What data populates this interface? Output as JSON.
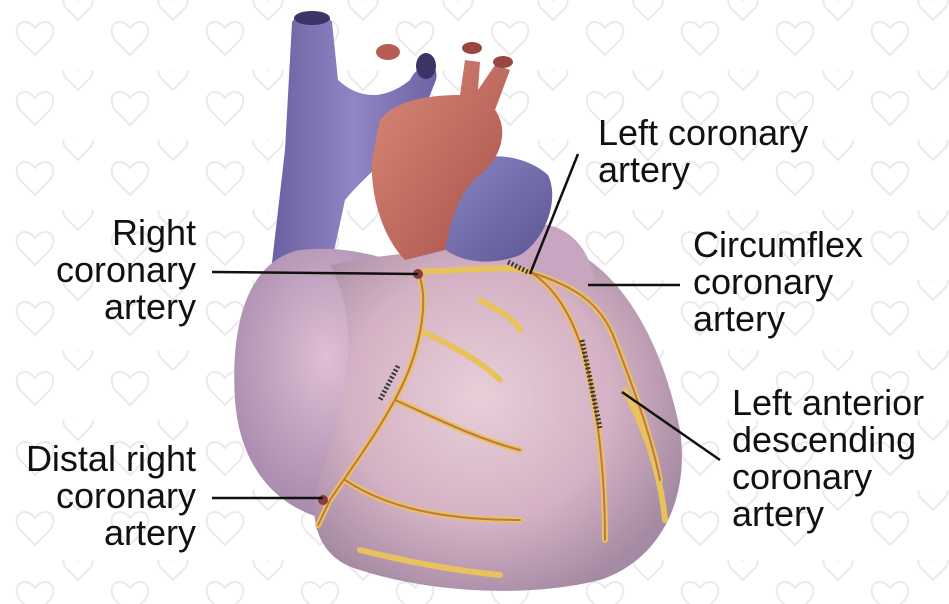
{
  "colors": {
    "background": "#ffffff",
    "pattern": "#ece9ec",
    "vein_blue": "#7f74b3",
    "aorta_red": "#c0645a",
    "heart_pink": "#d9b7c8",
    "heart_shadow": "#a5879f",
    "artery_yellow": "#e8c25c",
    "text": "#111111"
  },
  "labels": {
    "right_coronary": [
      "Right",
      "coronary",
      "artery"
    ],
    "distal_right_coronary": [
      "Distal right",
      "coronary",
      "artery"
    ],
    "left_coronary": [
      "Left coronary",
      "artery"
    ],
    "circumflex": [
      "Circumflex",
      "coronary",
      "artery"
    ],
    "left_anterior_descending": [
      "Left anterior",
      "descending",
      "coronary",
      "artery"
    ]
  },
  "icons": [
    "heart-illustration",
    "leader-line"
  ]
}
